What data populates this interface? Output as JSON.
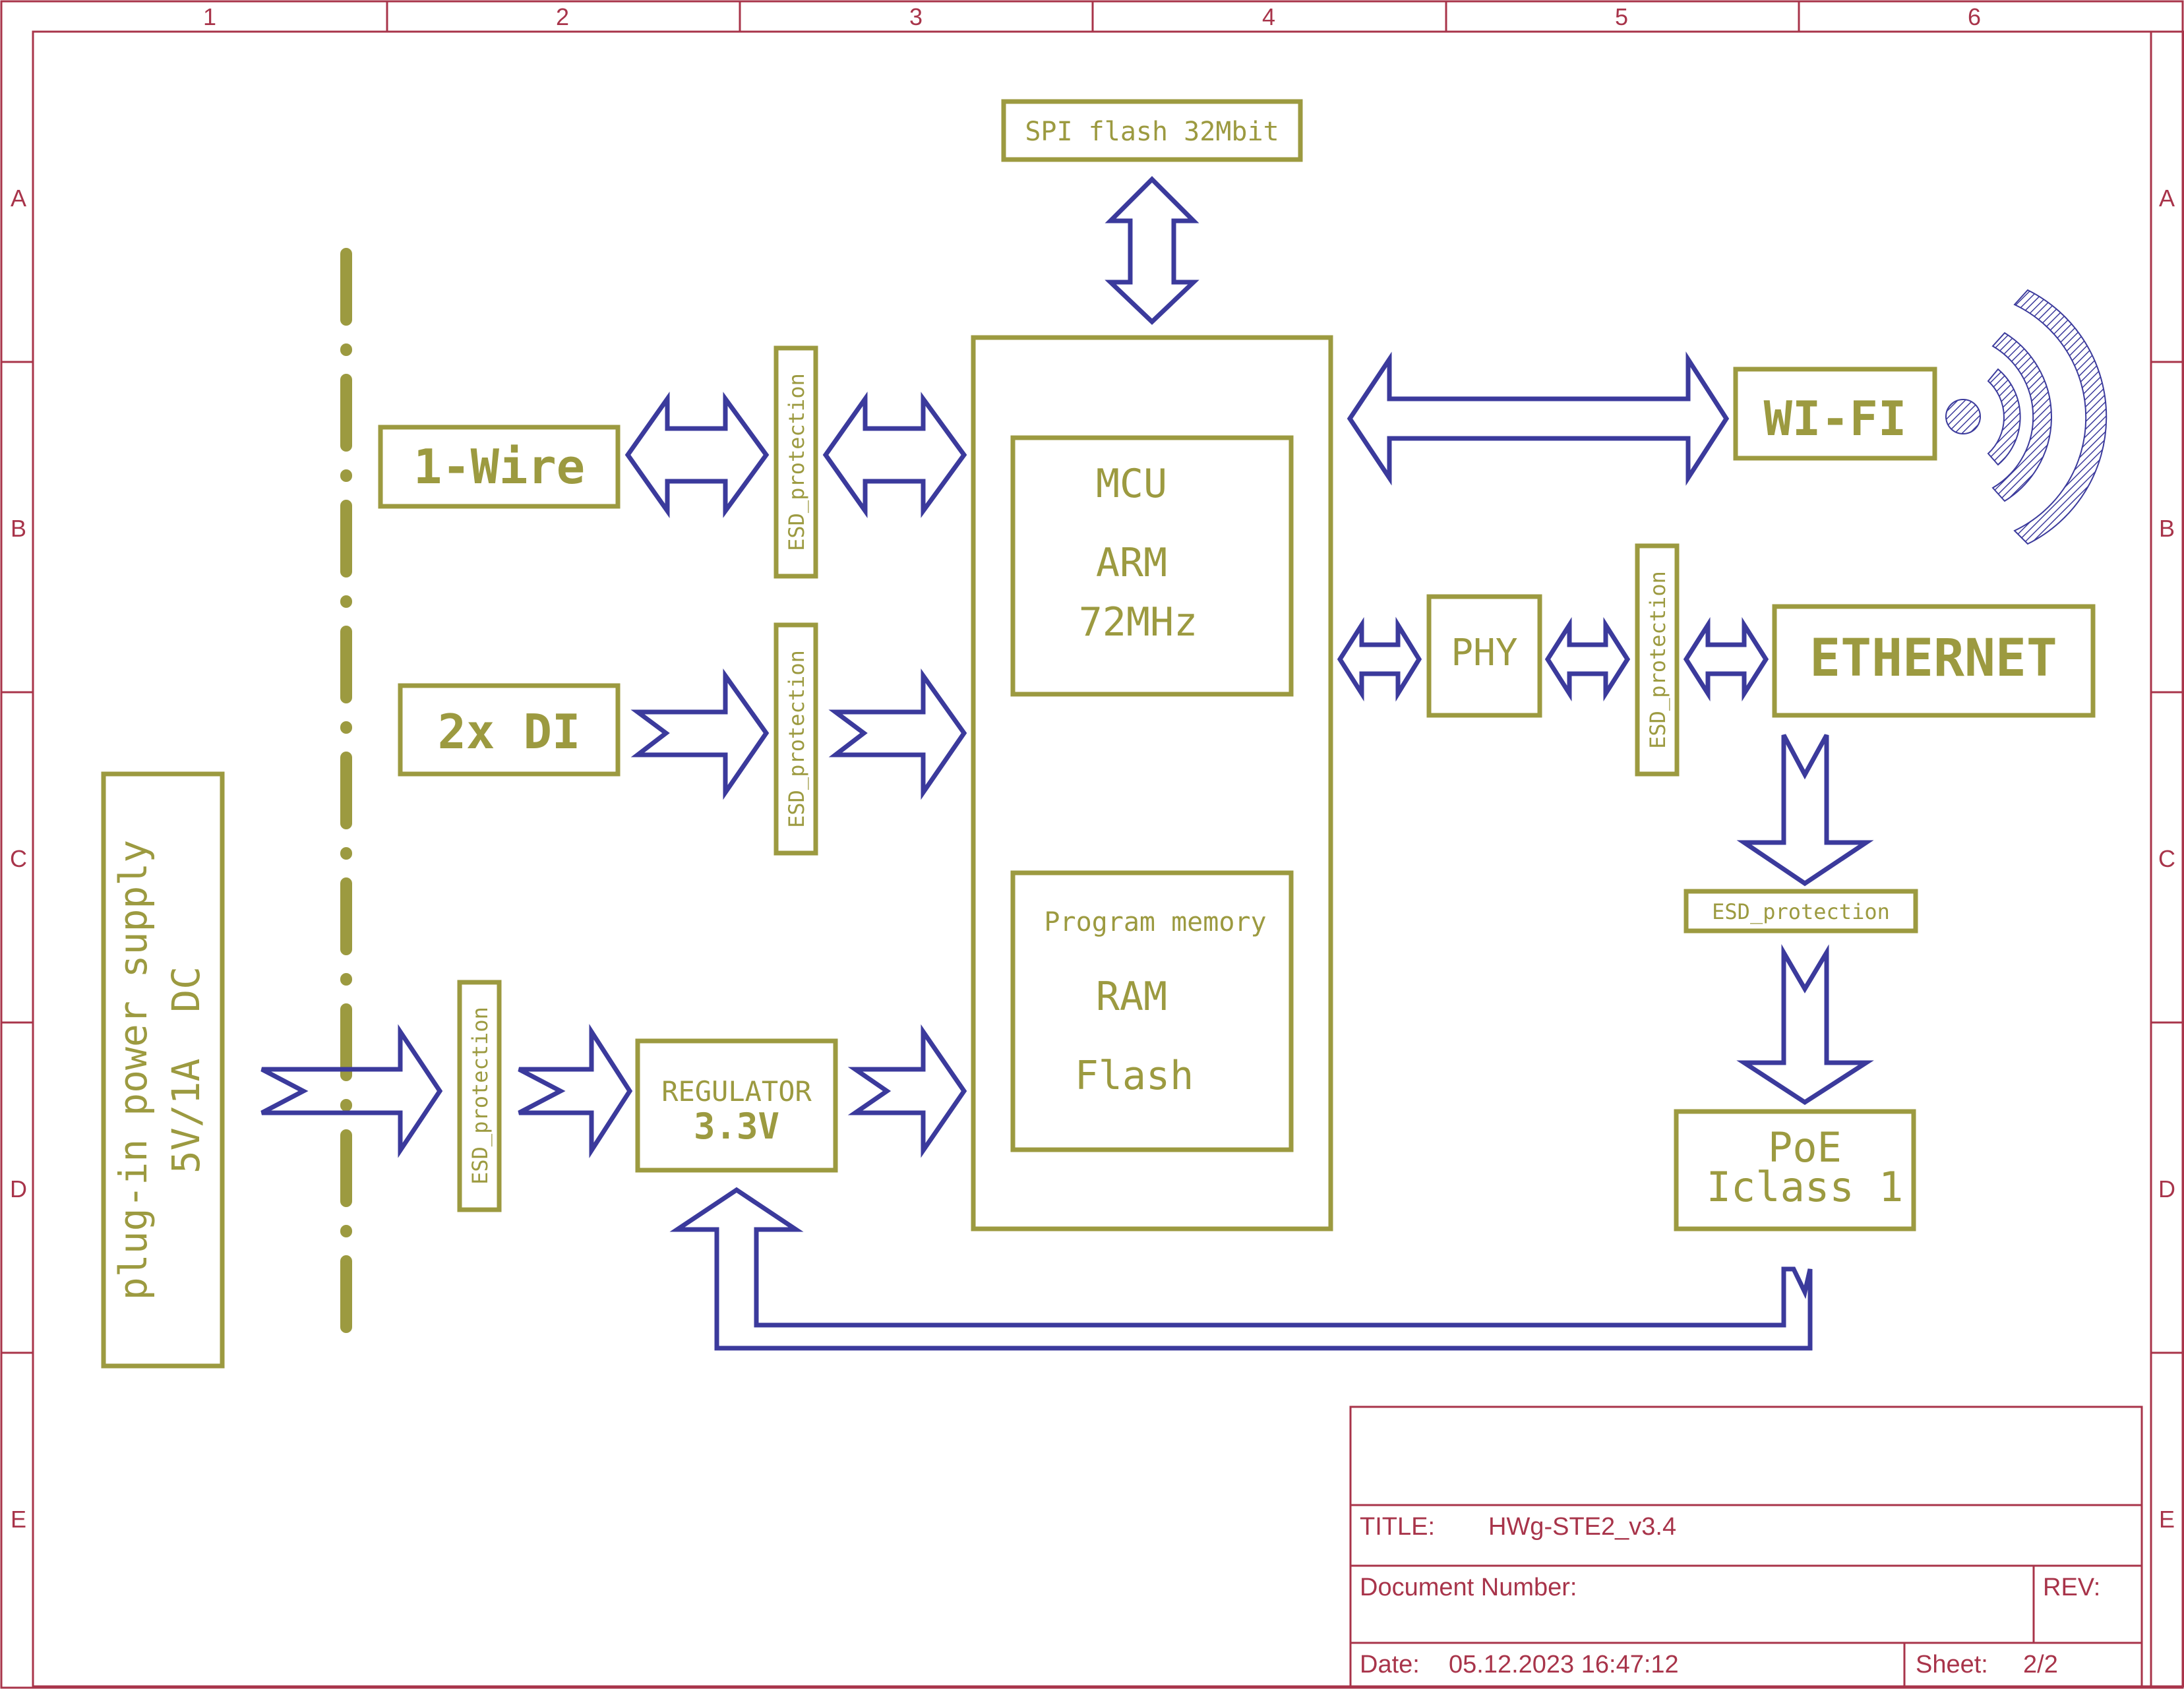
{
  "frame": {
    "columns": [
      "1",
      "2",
      "3",
      "4",
      "5",
      "6"
    ],
    "rows": [
      "A",
      "B",
      "C",
      "D",
      "E"
    ]
  },
  "blocks": {
    "spi_flash": "SPI flash 32Mbit",
    "one_wire": "1-Wire",
    "two_di": "2x DI",
    "power_supply_line1": "plug-in power supply",
    "power_supply_line2": "5V/1A  DC",
    "regulator_line1": "REGULATOR",
    "regulator_line2": "3.3V",
    "mcu_line1": "MCU",
    "mcu_line2": "ARM",
    "mcu_line3": "72MHz",
    "mem_line1": "Program memory",
    "mem_line2": "RAM",
    "mem_line3": "Flash",
    "wifi": "WI-FI",
    "phy": "PHY",
    "ethernet": "ETHERNET",
    "poe_line1": "PoE",
    "poe_line2": "Iclass 1",
    "esd_1wire": "ESD_protection",
    "esd_di": "ESD_protection",
    "esd_power": "ESD_protection",
    "esd_eth": "ESD_protection",
    "esd_poe": "ESD_protection"
  },
  "title_block": {
    "title_label": "TITLE:",
    "title_value": "HWg-STE2_v3.4",
    "docnum_label": "Document Number:",
    "rev_label": "REV:",
    "date_label": "Date:",
    "date_value": "05.12.2023 16:47:12",
    "sheet_label": "Sheet:",
    "sheet_value": "2/2"
  },
  "colors": {
    "block": "#9c9a40",
    "arrow": "#3b3a9c",
    "frame": "#a8344a"
  }
}
